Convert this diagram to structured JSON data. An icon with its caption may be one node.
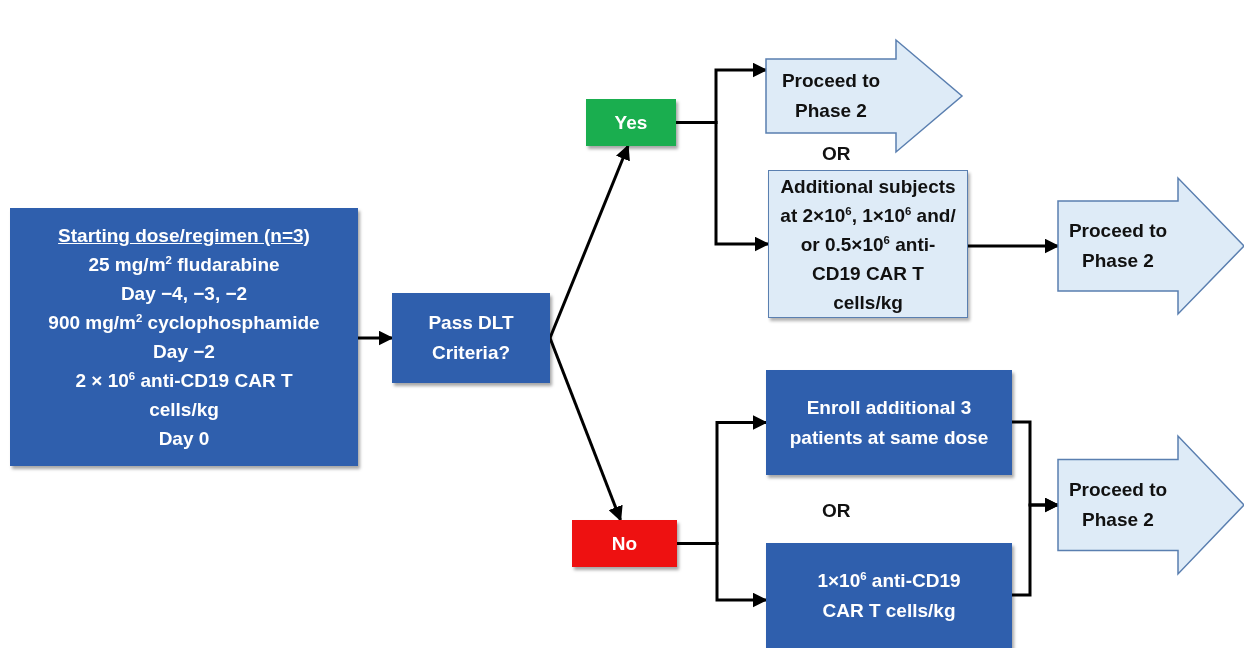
{
  "diagram": {
    "nodes": [
      {
        "text": [
          "Starting dose/regimen (n=3)",
          "25 mg/m$^{2}$ fludarabine",
          "Day −4, −3, −2",
          "900 mg/m$^{2}$ cyclophosphamide",
          "Day −2",
          "2 × 10$^{6}$ anti-CD19 CAR T cells/kg",
          "Day 0"
        ]
      },
      {
        "text": [
          "Pass DLT Criteria?"
        ]
      },
      {
        "text": [
          "Yes"
        ]
      },
      {
        "text": [
          "No"
        ]
      },
      {
        "text": [
          "Proceed to Phase 2"
        ]
      },
      {
        "text": [
          "Additional subjects at 2×10$^{6}$, 1×10$^{6}$ and/ or 0.5×10$^{6}$ anti-CD19 CAR T cells/kg"
        ]
      },
      {
        "text": [
          "Proceed to Phase 2"
        ]
      },
      {
        "text": [
          "Enroll additional 3 patients at same dose"
        ]
      },
      {
        "text": [
          "1×10$^{6}$ anti-CD19 CAR T cells/kg"
        ]
      },
      {
        "text": [
          "Proceed to Phase 2"
        ]
      }
    ],
    "edges": [
      {
        "from": 0,
        "to": 1,
        "arrow": "to"
      },
      {
        "from": 1,
        "to": 2,
        "arrow": "to"
      },
      {
        "from": 1,
        "to": 3,
        "arrow": "to"
      },
      {
        "from": 2,
        "to": 4,
        "arrow": "to"
      },
      {
        "from": 2,
        "to": 5,
        "arrow": "to"
      },
      {
        "from": 5,
        "to": 6,
        "arrow": "to"
      },
      {
        "from": 3,
        "to": 7,
        "arrow": "to"
      },
      {
        "from": 3,
        "to": 8,
        "arrow": "to"
      },
      {
        "from": 7,
        "to": 9,
        "arrow": "to"
      },
      {
        "from": 8,
        "to": 9,
        "arrow": "to"
      }
    ],
    "labels": [
      "OR",
      "OR"
    ]
  }
}
